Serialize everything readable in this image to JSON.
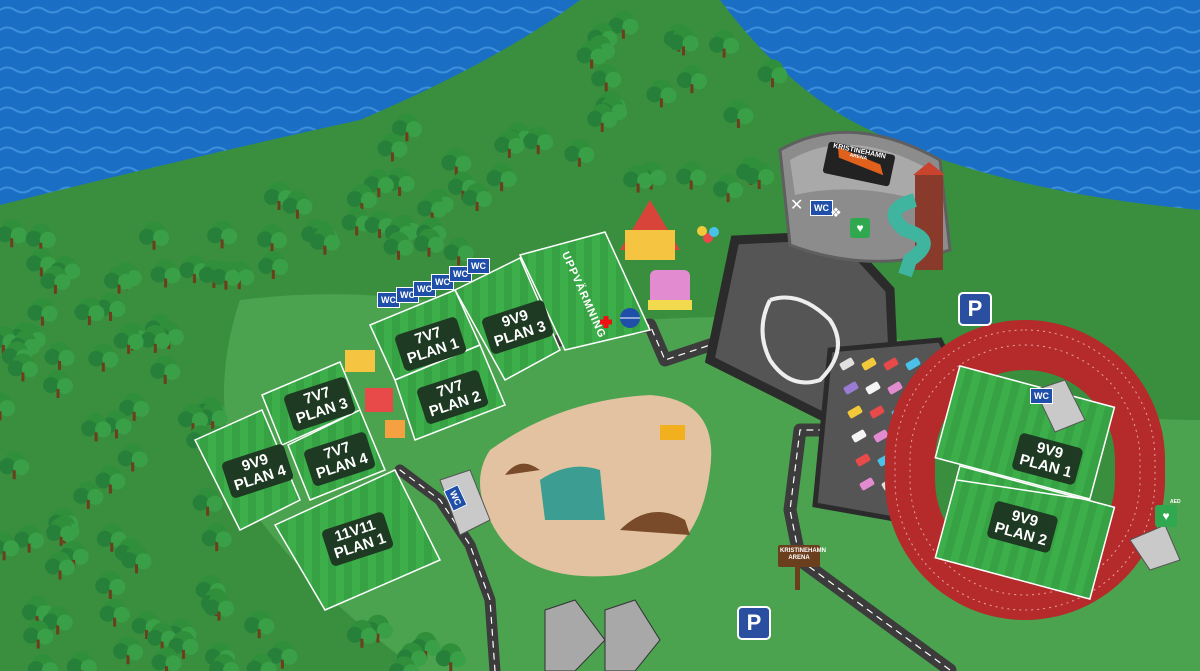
{
  "map": {
    "arena": {
      "name": "KRISTINEHAMN",
      "sub": "ARENA"
    },
    "sign": {
      "line1": "KRISTINEHAMN",
      "line2": "ARENA"
    },
    "warmup": "UPPVÄRMNING",
    "fields": [
      {
        "id": "7v7-plan1",
        "line1": "7V7",
        "line2": "PLAN 1"
      },
      {
        "id": "9v9-plan3",
        "line1": "9V9",
        "line2": "PLAN 3"
      },
      {
        "id": "7v7-plan2",
        "line1": "7V7",
        "line2": "PLAN 2"
      },
      {
        "id": "7v7-plan3",
        "line1": "7V7",
        "line2": "PLAN 3"
      },
      {
        "id": "9v9-plan4",
        "line1": "9V9",
        "line2": "PLAN 4"
      },
      {
        "id": "7v7-plan4",
        "line1": "7V7",
        "line2": "PLAN 4"
      },
      {
        "id": "11v11-plan1",
        "line1": "11V11",
        "line2": "PLAN 1"
      },
      {
        "id": "9v9-plan1",
        "line1": "9V9",
        "line2": "PLAN 1"
      },
      {
        "id": "9v9-plan2",
        "line1": "9V9",
        "line2": "PLAN 2"
      }
    ],
    "wc_label": "WC",
    "parking_label": "P",
    "aed_label": "AED",
    "colors": {
      "water": "#1a6fc4",
      "grass": "#3a8f3e",
      "field": "#3cae4a",
      "track": "#b52a2a",
      "road": "#4a4a4a"
    },
    "icons": [
      "wc-icon",
      "parking-icon",
      "first-aid-icon",
      "food-icon",
      "aed-icon",
      "shower-icon",
      "carousel-icon",
      "bounce-castle-icon",
      "balloons-icon",
      "umbrella-icon",
      "excavator-icon",
      "water-slide-icon",
      "tree-icon",
      "food-truck-icon",
      "signpost-icon"
    ]
  }
}
